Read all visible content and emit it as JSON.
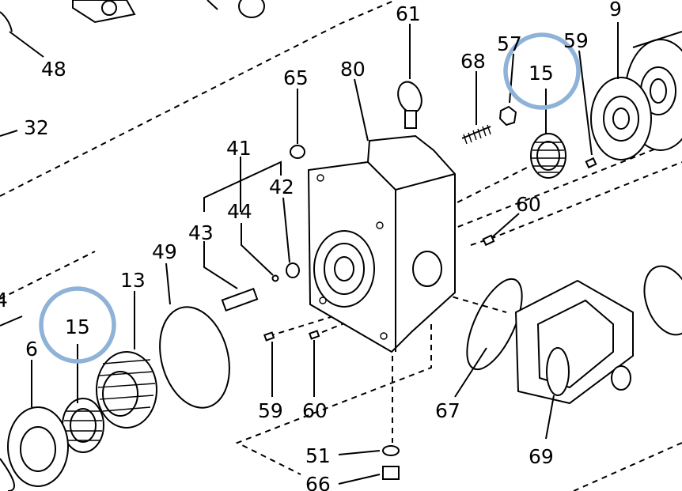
{
  "callouts": [
    {
      "id": "c48",
      "label": "48"
    },
    {
      "id": "c32",
      "label": "32"
    },
    {
      "id": "c61",
      "label": "61"
    },
    {
      "id": "c9",
      "label": "9"
    },
    {
      "id": "c57",
      "label": "57"
    },
    {
      "id": "c59top",
      "label": "59"
    },
    {
      "id": "c68",
      "label": "68"
    },
    {
      "id": "c15top",
      "label": "15"
    },
    {
      "id": "c65",
      "label": "65"
    },
    {
      "id": "c80",
      "label": "80"
    },
    {
      "id": "c41",
      "label": "41"
    },
    {
      "id": "c42",
      "label": "42"
    },
    {
      "id": "c44",
      "label": "44"
    },
    {
      "id": "c43",
      "label": "43"
    },
    {
      "id": "c60right",
      "label": "60"
    },
    {
      "id": "c49",
      "label": "49"
    },
    {
      "id": "c13",
      "label": "13"
    },
    {
      "id": "c4",
      "label": "4"
    },
    {
      "id": "c15left",
      "label": "15"
    },
    {
      "id": "c6",
      "label": "6"
    },
    {
      "id": "c59bot",
      "label": "59"
    },
    {
      "id": "c60bot",
      "label": "60"
    },
    {
      "id": "c67",
      "label": "67"
    },
    {
      "id": "c51",
      "label": "51"
    },
    {
      "id": "c66",
      "label": "66"
    },
    {
      "id": "c69",
      "label": "69"
    }
  ],
  "highlighted_parts": [
    "15"
  ],
  "highlight_color": "#8fb2d8"
}
